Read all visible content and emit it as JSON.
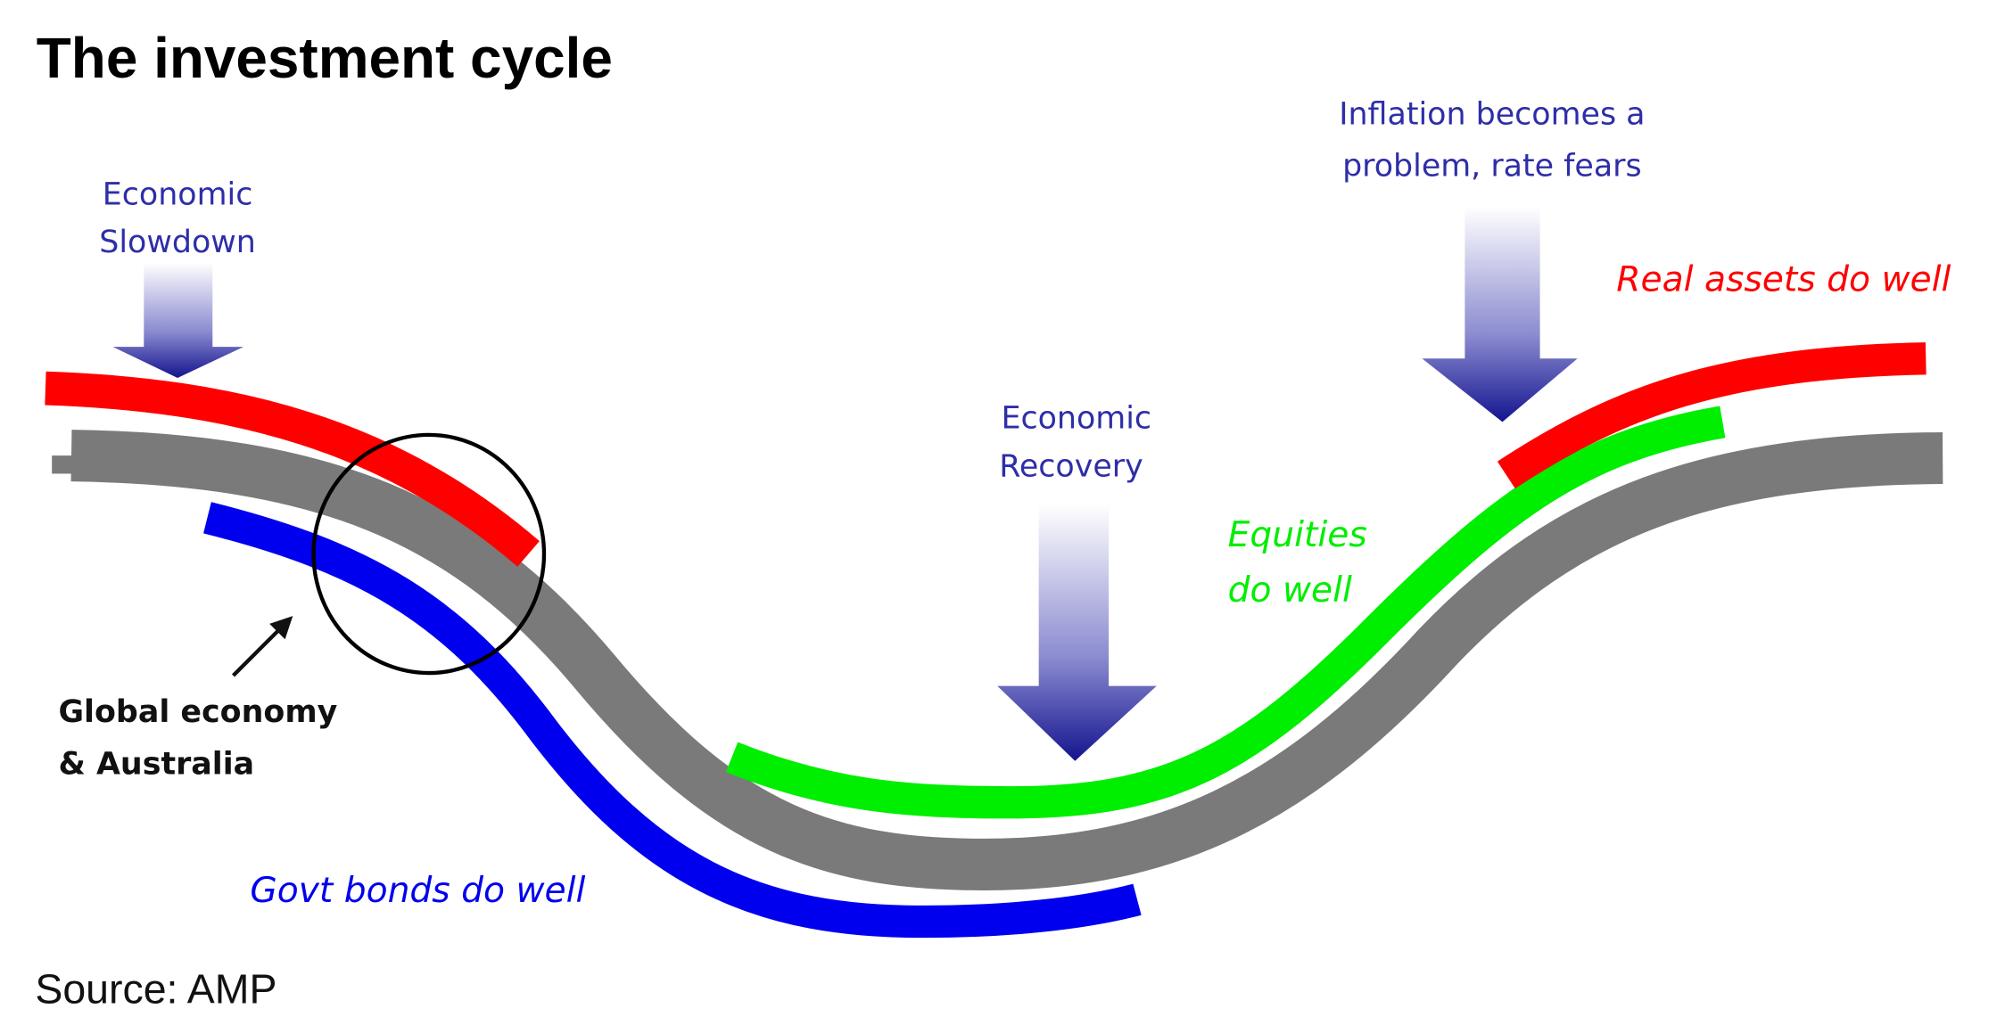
{
  "title": "The investment cycle",
  "source": "Source: AMP",
  "colors": {
    "economy_line": "#7a7a7a",
    "bonds": "#0000ee",
    "equities": "#00ee00",
    "real_assets": "#ff0000",
    "phase_text": "#2e2ea8",
    "arrow_dark": "#1a1a9a",
    "arrow_light": "#ffffff"
  },
  "phases": [
    {
      "id": "slowdown",
      "lines": [
        "Economic",
        "Slowdown"
      ],
      "icon": "gradient-down-arrow"
    },
    {
      "id": "recovery",
      "lines": [
        "Economic",
        "Recovery"
      ],
      "icon": "gradient-down-arrow"
    },
    {
      "id": "inflation",
      "lines": [
        "Inflation becomes a",
        "problem, rate fears"
      ],
      "icon": "gradient-down-arrow"
    }
  ],
  "assets": [
    {
      "id": "bonds",
      "lines": [
        "Govt bonds do well"
      ]
    },
    {
      "id": "equities",
      "lines": [
        "Equities",
        "do well"
      ]
    },
    {
      "id": "real_assets",
      "lines": [
        "Real assets do well"
      ]
    }
  ],
  "callout": {
    "lines": [
      "Global economy",
      "& Australia"
    ],
    "icon": "pointer-arrow"
  }
}
